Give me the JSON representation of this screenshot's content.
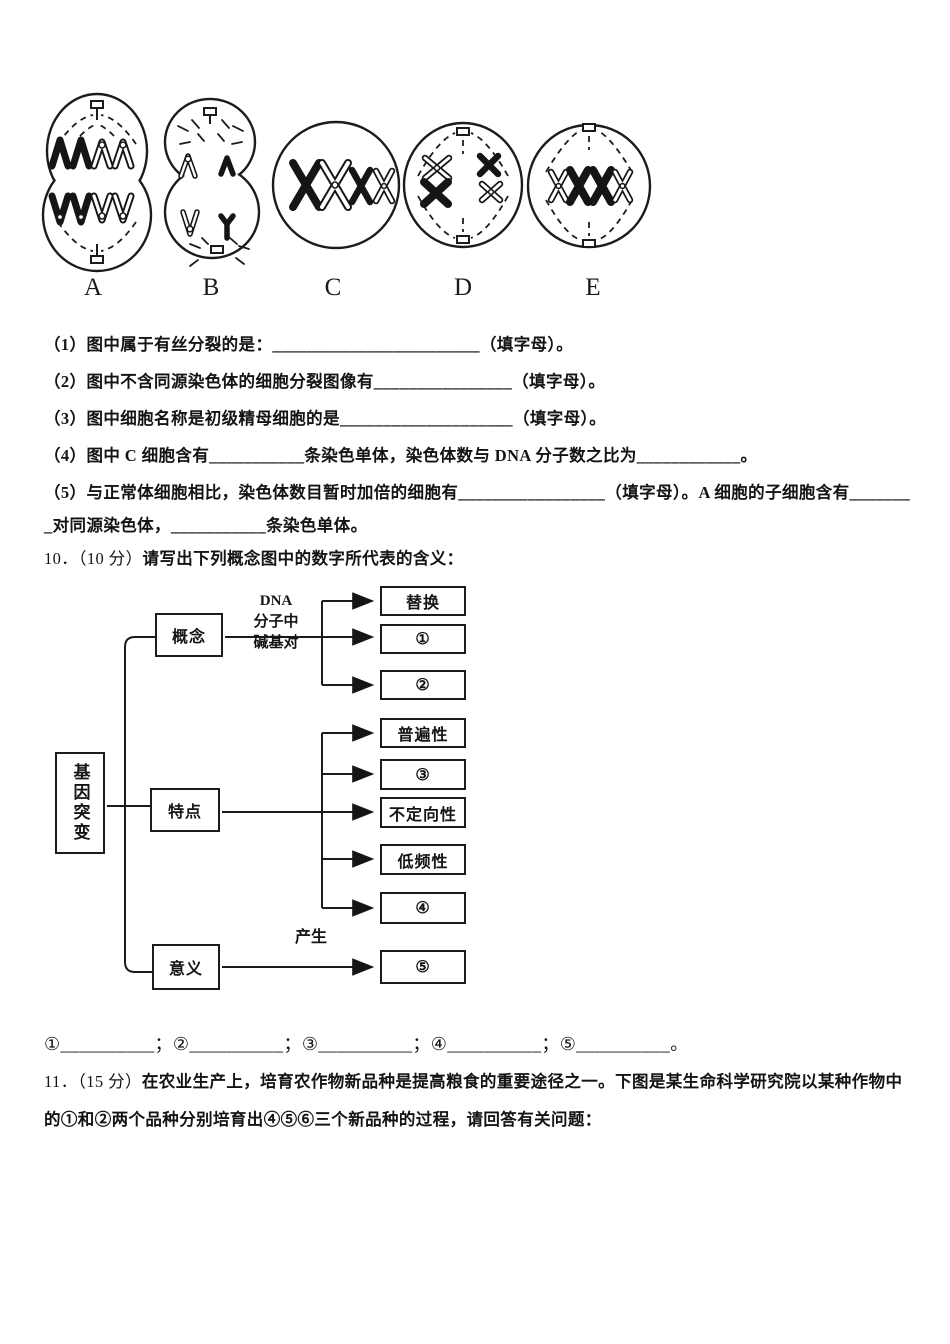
{
  "cells": {
    "labels": [
      "A",
      "B",
      "C",
      "D",
      "E"
    ]
  },
  "questions": {
    "items": [
      "（1）图中属于有丝分裂的是：________________________（填字母）。",
      "（2）图中不含同源染色体的细胞分裂图像有________________（填字母）。",
      "（3）图中细胞名称是初级精母细胞的是____________________（填字母）。",
      "（4）图中 C 细胞含有___________条染色单体，染色体数与 DNA 分子数之比为____________。",
      "（5）与正常体细胞相比，染色体数目暂时加倍的细胞有_________________（填字母）。A 细胞的子细胞含有_______",
      "_对同源染色体，___________条染色单体。"
    ]
  },
  "q10": {
    "prefix": "10．（10 分）",
    "text": "请写出下列概念图中的数字所代表的含义："
  },
  "concept_map": {
    "root": "基因突变",
    "branch_concept": "概念",
    "branch_feature": "特点",
    "branch_meaning": "意义",
    "edge_dna": [
      "DNA",
      "分子中",
      "碱基对"
    ],
    "edge_produce": "产生",
    "leaf_substitute": "替换",
    "leaf_1": "①",
    "leaf_2": "②",
    "leaf_universal": "普遍性",
    "leaf_3": "③",
    "leaf_nondirectional": "不定向性",
    "leaf_lowfreq": "低频性",
    "leaf_4": "④",
    "leaf_5": "⑤"
  },
  "answers_line": "①__________；②__________；③__________；④__________；⑤__________。",
  "q11": {
    "prefix": "11．（15 分）",
    "line1": "在农业生产上，培育农作物新品种是提高粮食的重要途径之一。下图是某生命科学研究院以某种作物中",
    "line2": "的①和②两个品种分别培育出④⑤⑥三个新品种的过程，请回答有关问题："
  }
}
